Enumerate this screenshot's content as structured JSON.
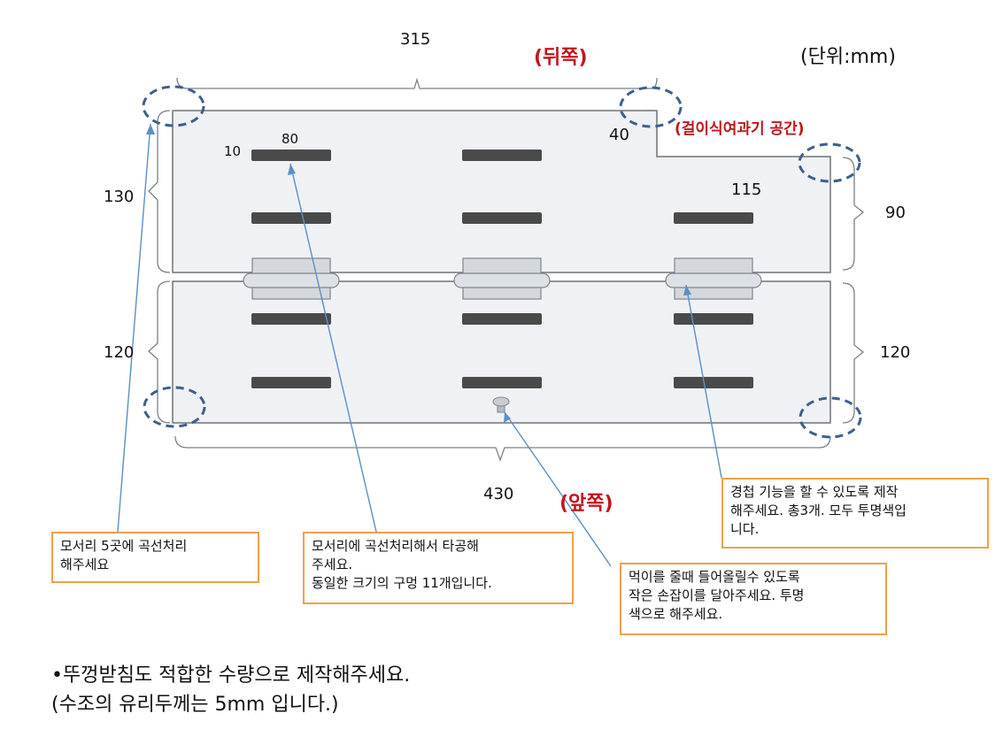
{
  "unit_label": "(단위:mm)",
  "side_labels": {
    "back": "(뒤쪽)",
    "front": "(앞쪽)"
  },
  "filter_space_label": "(걸이식여과기 공간)",
  "dimensions": {
    "top_width": "315",
    "notch_depth": "40",
    "notch_width": "115",
    "bottom_width": "430",
    "back_depth": "130",
    "front_depth_left": "120",
    "front_depth_right": "120",
    "right_back_depth": "90",
    "slot_length": "80",
    "slot_width": "10"
  },
  "notes": {
    "corners": "모서리 5곳에 곡선처리\n해주세요",
    "holes": "모서리에 곡선처리해서 타공해\n주세요.\n동일한 크기의 구멍 11개입니다.",
    "handle": "먹이를 줄때 들어올릴수 있도록\n작은 손잡이를 달아주세요. 투명\n색으로 해주세요.",
    "hinges": "경첩 기능을 할 수 있도록 제작\n해주세요.  총3개. 모두 투명색입\n니다."
  },
  "bottom_notes": {
    "line1": "•뚜껑받침도 적합한 수량으로 제작해주세요.",
    "line2": "(수조의 유리두께는 5mm 입니다.)"
  },
  "colors": {
    "panel_fill": "#eff1f4",
    "panel_stroke": "#6f7379",
    "slot": "#4a4a4a",
    "hinge_fill": "#d4d8dc",
    "hinge_stroke": "#7e858d",
    "corner_circle": "#3f5f8a",
    "leader": "#5b8fc7",
    "note_border": "#f0a04b",
    "label_red": "#c0171d"
  }
}
